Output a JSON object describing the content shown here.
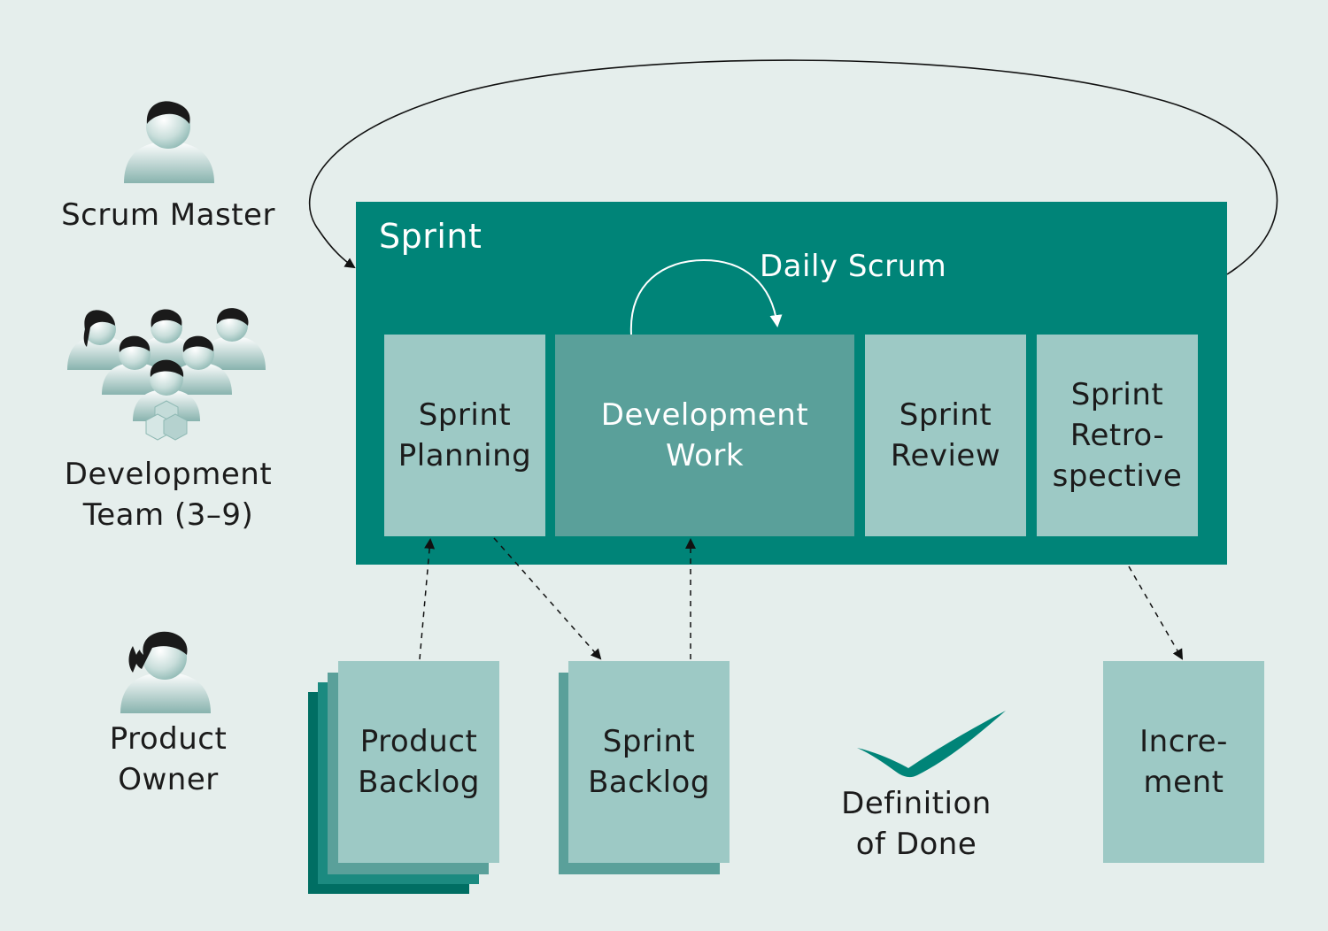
{
  "roles": {
    "scrum_master": "Scrum Master",
    "development_team": "Development\nTeam (3–9)",
    "product_owner": "Product\nOwner"
  },
  "sprint": {
    "title": "Sprint",
    "daily_scrum": "Daily Scrum",
    "events": {
      "planning": "Sprint\nPlanning",
      "development_work": "Development\nWork",
      "review": "Sprint\nReview",
      "retrospective": "Sprint\nRetro-\nspective"
    }
  },
  "artifacts": {
    "product_backlog": "Product\nBacklog",
    "sprint_backlog": "Sprint\nBacklog",
    "definition_of_done": "Definition\nof Done",
    "increment": "Incre-\nment"
  },
  "colors": {
    "background": "#e5eeec",
    "sprint_teal": "#008478",
    "light_box": "#9dc9c5",
    "mid_box": "#5aa09a",
    "dark_stack": "#006e63"
  }
}
